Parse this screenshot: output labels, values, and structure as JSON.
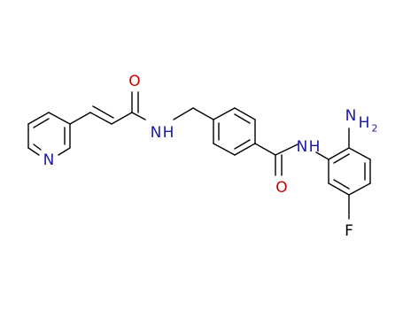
{
  "molecule": {
    "atoms": {
      "oxygen_top": "O",
      "nh_amide": "N",
      "nh_amide_h": "H",
      "pyridine_n": "N",
      "oxygen_bottom": "O",
      "nh_anilide_n": "N",
      "nh_anilide_h": "H",
      "nh2_n": "N",
      "nh2_h": "H",
      "nh2_sub": "2",
      "fluorine": "F"
    },
    "colors": {
      "bond": "#000000",
      "oxygen": "#cc0000",
      "nitrogen": "#1a1aa8",
      "fluorine": "#000000"
    }
  }
}
